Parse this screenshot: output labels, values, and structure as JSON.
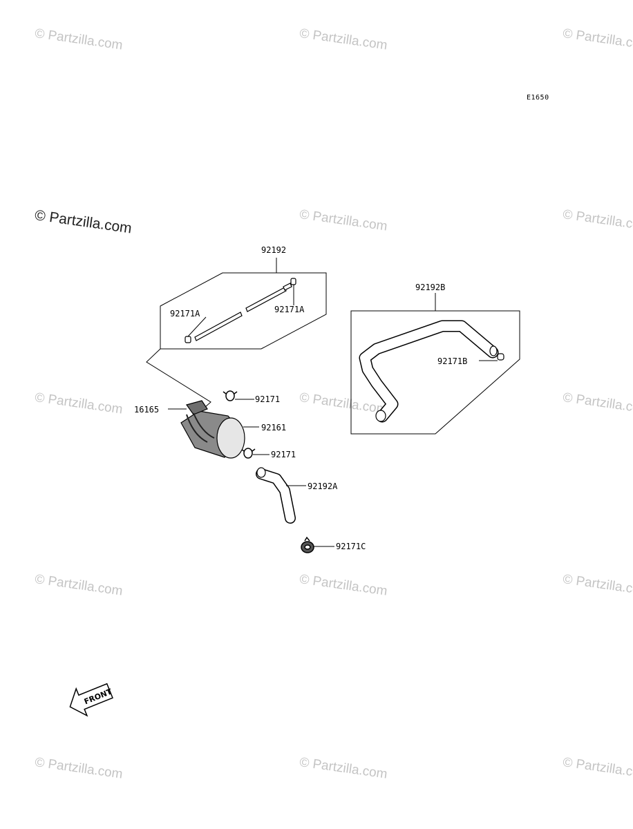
{
  "diagram_code": "E1650",
  "watermarks": {
    "light": "© Partzilla.com",
    "dark": "© Partzilla.com"
  },
  "parts": {
    "p92192": "92192",
    "p92171A_left": "92171A",
    "p92171A_right": "92171A",
    "p92192B": "92192B",
    "p92171B": "92171B",
    "p92171_upper": "92171",
    "p16165": "16165",
    "p92161": "92161",
    "p92171_lower": "92171",
    "p92192A": "92192A",
    "p92171C": "92171C"
  },
  "front_arrow_label": "FRONT"
}
